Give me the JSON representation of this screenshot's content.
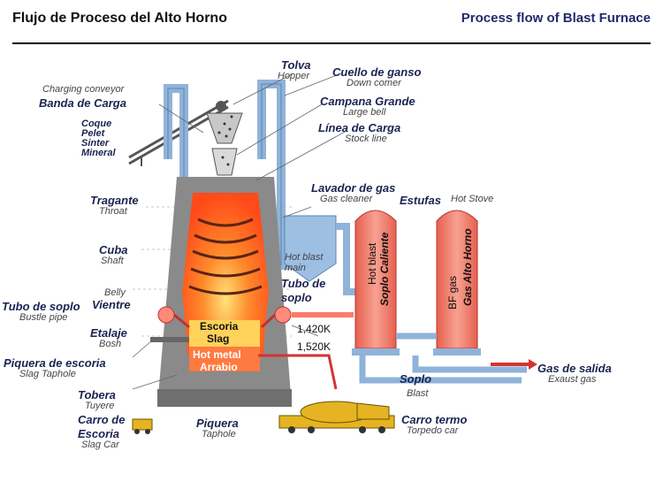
{
  "header": {
    "title_es": "Flujo de Proceso del Alto Horno",
    "title_en": "Process flow of Blast Furnace"
  },
  "labels": {
    "tolva": {
      "es": "Tolva",
      "en": "Hopper"
    },
    "cuello": {
      "es": "Cuello de ganso",
      "en": "Down comer"
    },
    "campana": {
      "es": "Campana Grande",
      "en": "Large bell"
    },
    "linea": {
      "es": "Línea de Carga",
      "en": "Stock line"
    },
    "banda": {
      "es": "Banda de Carga",
      "en": "Charging conveyor"
    },
    "materials": [
      "Coque",
      "Pelet",
      "Sinter",
      "Mineral"
    ],
    "tragante": {
      "es": "Tragante",
      "en": "Throat"
    },
    "cuba": {
      "es": "Cuba",
      "en": "Shaft"
    },
    "belly": "Belly",
    "vientre": "Vientre",
    "tubo_soplo_left": {
      "es": "Tubo de soplo",
      "en": "Bustle pipe"
    },
    "etalaje": {
      "es": "Etalaje",
      "en": "Bosh"
    },
    "piquera_escoria": {
      "es": "Piquera de escoria",
      "en": "Slag Taphole"
    },
    "tobera": {
      "es": "Tobera",
      "en": "Tuyere"
    },
    "carro_escoria": {
      "es1": "Carro de",
      "es2": "Escoria",
      "en": "Slag Car"
    },
    "piquera": {
      "es": "Piquera",
      "en": "Taphole"
    },
    "carro_termo": {
      "es": "Carro termo",
      "en": "Torpedo car"
    },
    "lavador": {
      "es": "Lavador de gas",
      "en": "Gas cleaner"
    },
    "hot_blast_main": {
      "l1": "Hot blast",
      "l2": "main"
    },
    "tubo_soplo_right": {
      "l1": "Tubo de",
      "l2": "soplo"
    },
    "estufas": {
      "es": "Estufas",
      "en": "Hot Stove"
    },
    "temp1": "1,420K",
    "temp2": "1,520K",
    "soplo": {
      "es": "Soplo",
      "en": "Blast"
    },
    "gas_salida": {
      "es": "Gas de salida",
      "en": "Exaust gas"
    },
    "escoria_inner": "Escoria",
    "slag_inner": "Slag",
    "hot_metal_inner": "Hot metal",
    "arrabio_inner": "Arrabio",
    "stove1": {
      "a": "Hot blast",
      "b": "Soplo Caliente"
    },
    "stove2": {
      "a": "BF gas",
      "b": "Gas Alto Horno"
    }
  },
  "colors": {
    "pipe": "#8fb3d9",
    "pipe_dark": "#5c86b5",
    "stove": "#f08070",
    "furnace_hot": "#ff5a1f",
    "frame": "#7d7d7d",
    "label_dark": "#1b2350",
    "car": "#e6b422"
  }
}
